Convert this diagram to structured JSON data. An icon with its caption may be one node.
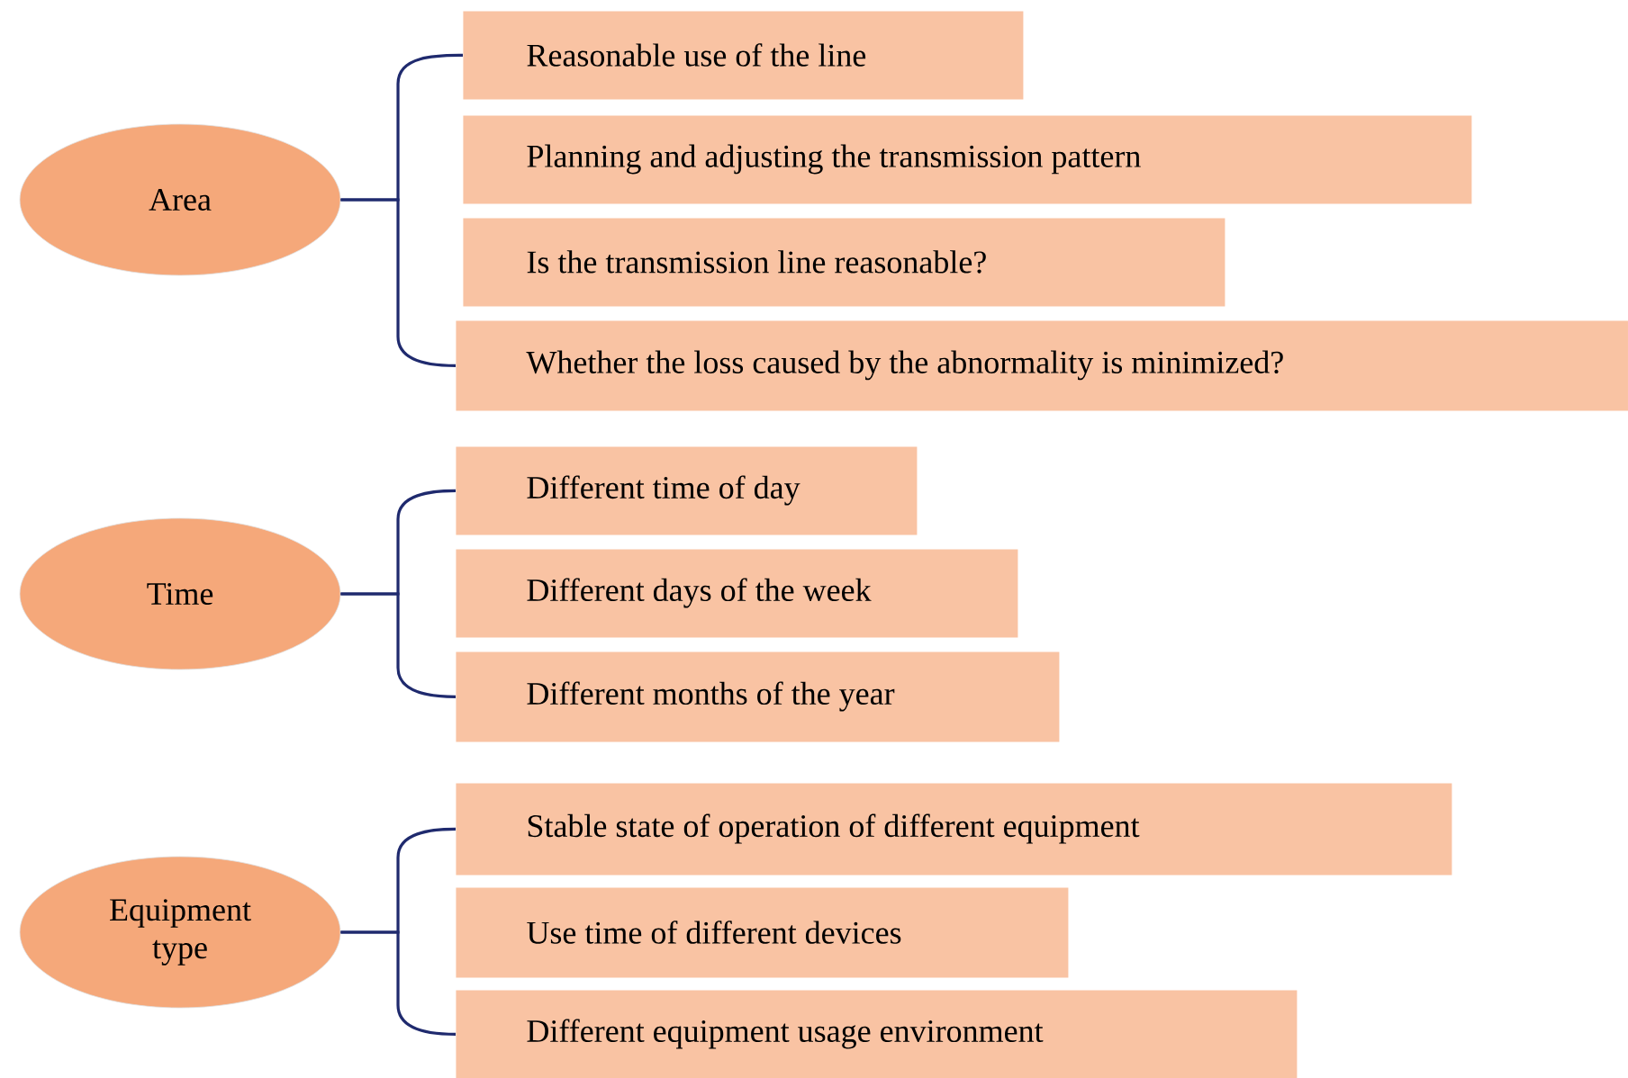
{
  "diagram": {
    "nodes": [
      {
        "text": [
          "Area"
        ]
      },
      {
        "text": [
          "Reasonable use of the line"
        ]
      },
      {
        "text": [
          "Planning and adjusting the transmission pattern"
        ]
      },
      {
        "text": [
          "Is the transmission line reasonable?"
        ]
      },
      {
        "text": [
          "Whether the loss caused by the abnormality is minimized?"
        ]
      },
      {
        "text": [
          "Time"
        ]
      },
      {
        "text": [
          "Different time of day"
        ]
      },
      {
        "text": [
          "Different days of the week"
        ]
      },
      {
        "text": [
          "Different months of the year"
        ]
      },
      {
        "text": [
          "Equipment type"
        ]
      },
      {
        "text": [
          "Stable state of operation of different equipment"
        ]
      },
      {
        "text": [
          "Use time of different devices"
        ]
      },
      {
        "text": [
          "Different equipment usage environment"
        ]
      }
    ],
    "edges": [
      {
        "from": 0,
        "to": 1,
        "arrow": "none"
      },
      {
        "from": 0,
        "to": 4,
        "arrow": "none"
      },
      {
        "from": 5,
        "to": 6,
        "arrow": "none"
      },
      {
        "from": 5,
        "to": 8,
        "arrow": "none"
      },
      {
        "from": 9,
        "to": 10,
        "arrow": "none"
      },
      {
        "from": 9,
        "to": 12,
        "arrow": "none"
      }
    ]
  }
}
